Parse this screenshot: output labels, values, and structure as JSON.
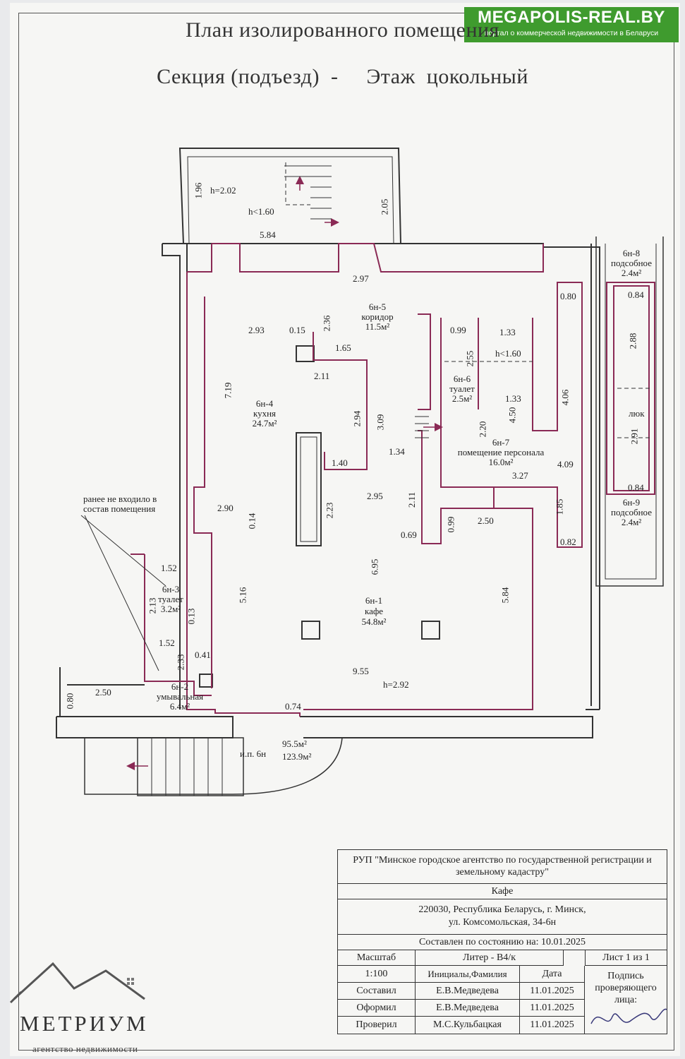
{
  "watermark": {
    "brand": "MEGAPOLIS-REAL.BY",
    "tagline": "портал о коммерческой недвижимости в Беларуси"
  },
  "title_line1": "План изолированного помещения",
  "title_line2": "Секция (подъезд)  -     Этаж  цокольный",
  "rooms": {
    "r1": {
      "code": "6н-1",
      "name": "кафе",
      "area": "54.8м²",
      "height": "h=2.92"
    },
    "r2": {
      "code": "6н-2",
      "name": "умывальная",
      "area": "6.4м²"
    },
    "r3": {
      "code": "6н-3",
      "name": "туалет",
      "area": "3.2м²"
    },
    "r4": {
      "code": "6н-4",
      "name": "кухня",
      "area": "24.7м²"
    },
    "r5": {
      "code": "6н-5",
      "name": "коридор",
      "area": "11.5м²"
    },
    "r6": {
      "code": "6н-6",
      "name": "туалет",
      "area": "2.5м²"
    },
    "r7": {
      "code": "6н-7",
      "name": "помещение персонала",
      "area": "16.0м²"
    },
    "r8": {
      "code": "6н-8",
      "name": "подсобное",
      "area": "2.4м²"
    },
    "r9": {
      "code": "6н-9",
      "name": "подсобное",
      "area": "2.4м²"
    }
  },
  "dims": {
    "d196": "1.96",
    "dh202": "h=2.02",
    "dh160a": "h<1.60",
    "d584": "5.84",
    "d205": "2.05",
    "d297": "2.97",
    "d293": "2.93",
    "d015": "0.15",
    "d236": "2.36",
    "d165": "1.65",
    "d211a": "2.11",
    "d719": "7.19",
    "d294": "2.94",
    "d309": "3.09",
    "d140": "1.40",
    "d134": "1.34",
    "d295": "2.95",
    "d223": "2.23",
    "d211b": "2.11",
    "d069": "0.69",
    "d099a": "0.99",
    "d250a": "2.50",
    "d099b": "0.99",
    "d133a": "1.33",
    "d255": "2.55",
    "dh160b": "h<1.60",
    "d133b": "1.33",
    "d450": "4.50",
    "d220": "2.20",
    "d080a": "0.80",
    "d406": "4.06",
    "d409": "4.09",
    "d327": "3.27",
    "d185": "1.85",
    "d082": "0.82",
    "d084a": "0.84",
    "d288": "2.88",
    "hatch": "люк",
    "d291": "2.91",
    "d084b": "0.84",
    "d290": "2.90",
    "d014": "0.14",
    "d516": "5.16",
    "d695": "6.95",
    "d584b": "5.84",
    "d955": "9.55",
    "d152a": "1.52",
    "d213": "2.13",
    "d013": "0.13",
    "d152b": "1.52",
    "d233": "2.33",
    "d041": "0.41",
    "d080b": "0.80",
    "d250b": "2.50",
    "d074": "0.74"
  },
  "note": "ранее не входило в\nсостав помещения",
  "entrance": {
    "label": "и.п. 6н",
    "area1": "95.5м²",
    "area2": "123.9м²"
  },
  "stamp": {
    "org": "РУП \"Минское городское агентство по государственной регистрации и земельному кадастру\"",
    "object": "Кафе",
    "address": "220030, Республика Беларусь, г. Минск,\nул. Комсомольская, 34-6н",
    "as_of": "Составлен по состоянию на: 10.01.2025",
    "scale_label": "Масштаб",
    "scale": "1:100",
    "liter": "Литер - В4/к",
    "sheet": "Лист 1 из 1",
    "col_initials": "Инициалы,Фамилия",
    "col_date": "Дата",
    "col_sign": "Подпись проверяющего лица:",
    "rows": [
      {
        "role": "Составил",
        "name": "Е.В.Медведева",
        "date": "11.01.2025"
      },
      {
        "role": "Оформил",
        "name": "Е.В.Медведева",
        "date": "11.01.2025"
      },
      {
        "role": "Проверил",
        "name": "М.С.Кульбацкая",
        "date": "11.01.2025"
      }
    ]
  },
  "logo": {
    "name": "МЕТРИУМ",
    "sub": "агентство недвижимости"
  },
  "colors": {
    "wall": "#8a2a55",
    "line": "#333333"
  }
}
